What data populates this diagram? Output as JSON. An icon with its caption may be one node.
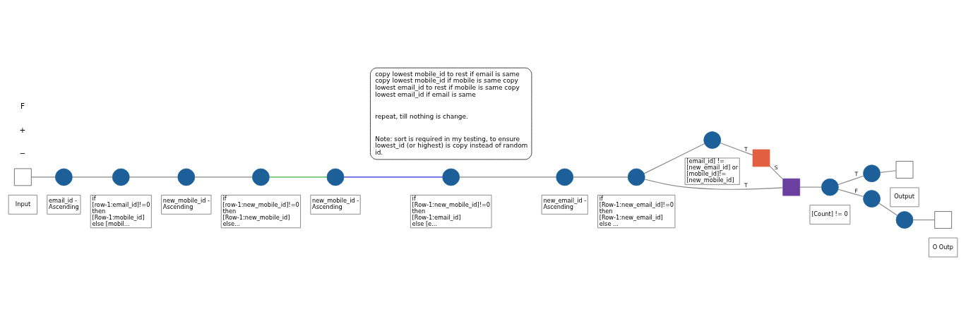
{
  "diagram": {
    "nodes": [
      {
        "text": [
          "copy lowest mobile_id to rest if email is same copy lowest mobile_id if mobile is same copy lowest email_id to rest if mobile is same copy lowest email_id if email is same",
          "repeat, till nothing is change.",
          "Note: sort is required in my testing, to ensure lowest_id (or highest) is copy instead of random id."
        ]
      },
      {
        "text": [],
        "shape": "box",
        "beside": [
          "Input"
        ]
      },
      {
        "text": [],
        "shape": "circle",
        "beside": [
          "email_id - Ascending"
        ]
      },
      {
        "text": [],
        "shape": "circle",
        "beside": [
          "if [row-1:email_id]!=0 then [Row-1:mobile_id] else [mobil..."
        ]
      },
      {
        "text": [],
        "shape": "circle",
        "beside": [
          "new_mobile_id - Ascending"
        ]
      },
      {
        "text": [],
        "shape": "circle",
        "beside": [
          "if [row-1:new_mobile_id]!=0 then [Row-1:new_mobile_id] else..."
        ]
      },
      {
        "text": [],
        "shape": "circle",
        "beside": [
          "new_mobile_id - Ascending"
        ]
      },
      {
        "text": [],
        "shape": "circle",
        "beside": [
          "if [Row-1:new_mobile_id]!=0 then [Row-1:email_id] else [e..."
        ]
      },
      {
        "text": [],
        "shape": "circle",
        "beside": [
          "new_email_id - Ascending"
        ]
      },
      {
        "text": [],
        "shape": "circle",
        "beside": [
          "if [Row-1:new_email_id]!=0 then [Row-1:new_email_id] else ..."
        ]
      },
      {
        "text": [],
        "shape": "circle",
        "beside": [
          "[email_id] != [new_email_id] or [mobile_id]!= [new_mobile_id]"
        ]
      },
      {
        "text": [],
        "shape": "box"
      },
      {
        "text": [],
        "shape": "box"
      },
      {
        "text": [],
        "shape": "circle",
        "beside": [
          "[Count] != 0"
        ]
      },
      {
        "text": [],
        "shape": "circle"
      },
      {
        "text": [],
        "shape": "box",
        "beside": [
          "Output"
        ]
      },
      {
        "text": [],
        "shape": "circle"
      },
      {
        "text": [],
        "shape": "circle"
      },
      {
        "text": [],
        "shape": "box",
        "beside": [
          "O Outp"
        ]
      }
    ],
    "edges": [
      {
        "from": 1,
        "to": 2,
        "arrow": "none"
      },
      {
        "from": 2,
        "to": 3,
        "arrow": "none"
      },
      {
        "from": 3,
        "to": 4,
        "arrow": "none"
      },
      {
        "from": 4,
        "to": 5,
        "arrow": "none"
      },
      {
        "from": 5,
        "to": 6,
        "arrow": "none",
        "color": "#3cb043"
      },
      {
        "from": 6,
        "to": 7,
        "arrow": "none",
        "color": "#2a2ae0"
      },
      {
        "from": 7,
        "to": 8,
        "arrow": "none"
      },
      {
        "from": 8,
        "to": 9,
        "arrow": "none"
      },
      {
        "from": 9,
        "to": 12,
        "arrow": "none",
        "label": "T"
      },
      {
        "from": 9,
        "to": 10,
        "arrow": "none"
      },
      {
        "from": 10,
        "to": 11,
        "arrow": "none",
        "label": "T"
      },
      {
        "from": 11,
        "to": 12,
        "arrow": "none",
        "label": "S"
      },
      {
        "from": 12,
        "to": 13,
        "arrow": "none"
      },
      {
        "from": 13,
        "to": 14,
        "arrow": "none",
        "label": "T"
      },
      {
        "from": 14,
        "to": 15,
        "arrow": "none"
      },
      {
        "from": 13,
        "to": 16,
        "arrow": "none",
        "label": "F"
      },
      {
        "from": 16,
        "to": 17,
        "arrow": "none"
      },
      {
        "from": 17,
        "to": 18,
        "arrow": "none"
      }
    ],
    "labels": [
      "−",
      "+",
      "F"
    ]
  }
}
